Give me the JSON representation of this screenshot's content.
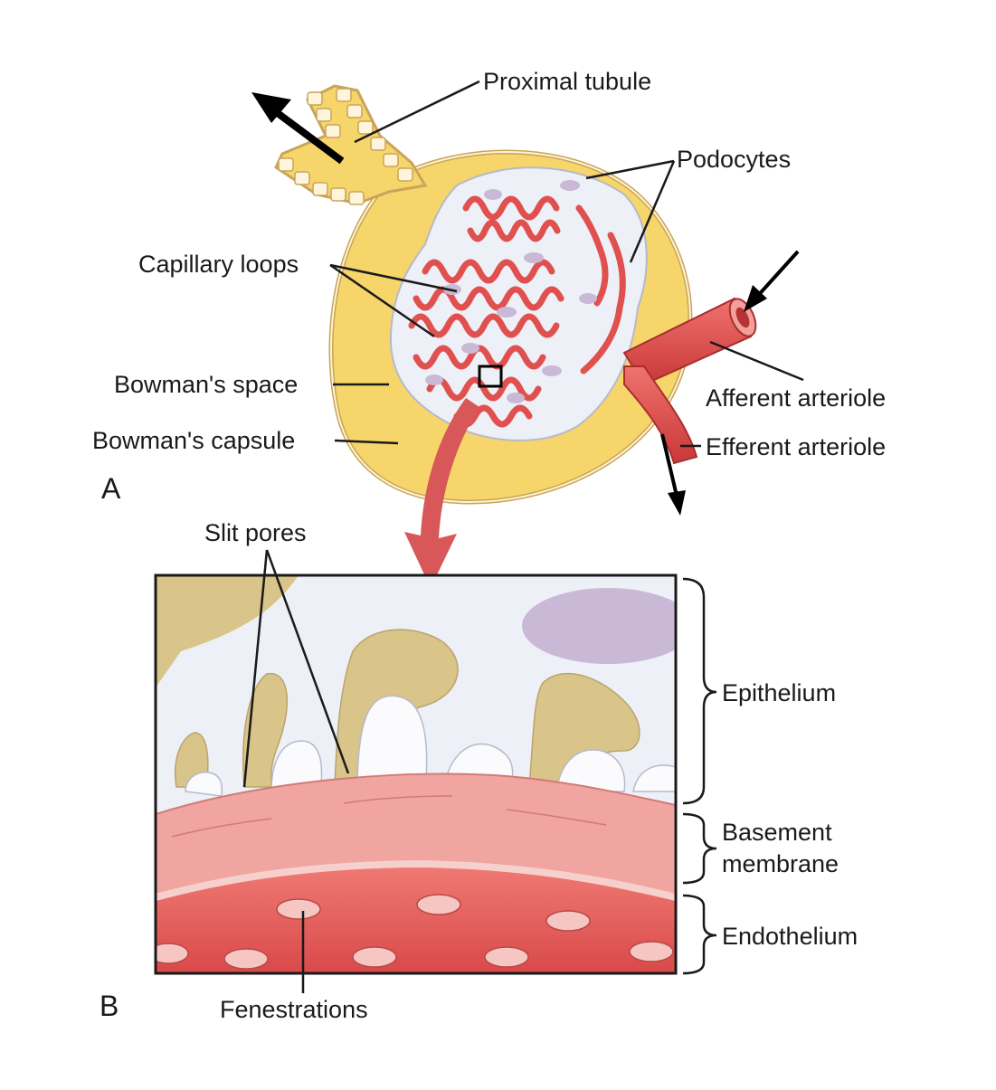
{
  "panel_a": {
    "letter": "A",
    "labels": {
      "proximal_tubule": "Proximal tubule",
      "podocytes": "Podocytes",
      "capillary_loops": "Capillary loops",
      "bowmans_space": "Bowman's space",
      "bowmans_capsule": "Bowman's capsule",
      "afferent_arteriole": "Afferent arteriole",
      "efferent_arteriole": "Efferent arteriole"
    }
  },
  "panel_b": {
    "letter": "B",
    "labels": {
      "slit_pores": "Slit pores",
      "epithelium": "Epithelium",
      "basement_membrane_line1": "Basement",
      "basement_membrane_line2": "membrane",
      "endothelium": "Endothelium",
      "fenestrations": "Fenestrations"
    }
  },
  "colors": {
    "capsule_yellow": "#f6d56a",
    "capillary_red": "#e0504e",
    "podocyte_white": "#eef0f7",
    "epithelium_tan": "#d9c48a",
    "basement_pink": "#f0a5a0",
    "endothelium_red": "#e35a58",
    "nucleus_lavender": "#c9b8d6"
  }
}
